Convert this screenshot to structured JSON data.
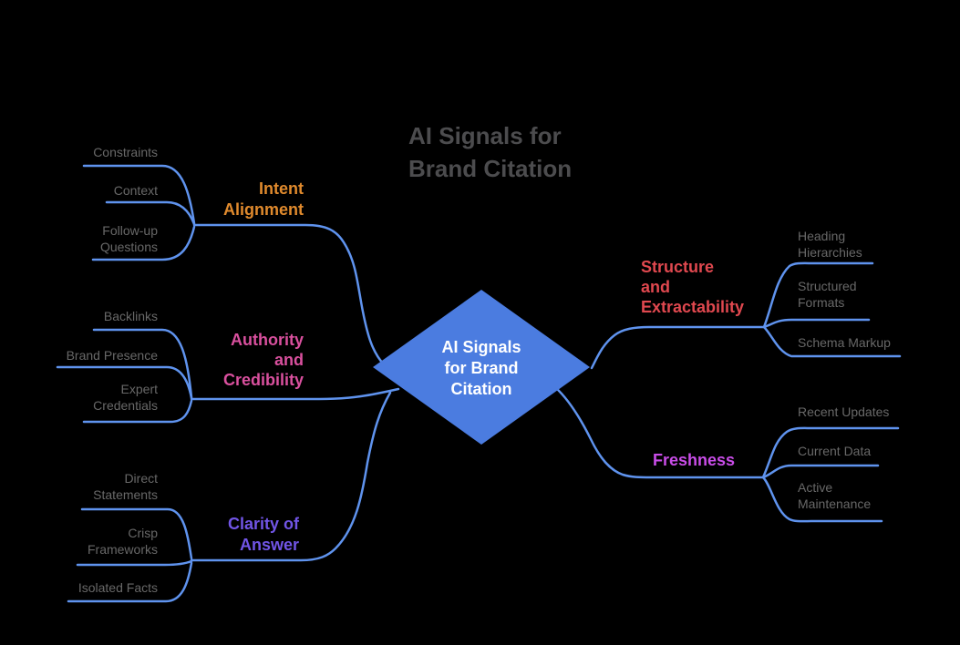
{
  "title": {
    "text": "AI Signals for\nBrand Citation"
  },
  "root": {
    "label": "AI Signals\nfor Brand\nCitation"
  },
  "colors": {
    "background": "#000000",
    "edge": "#5f93ee",
    "root_fill": "#4b7ce0",
    "root_text": "#ffffff",
    "title_text": "#4c4c4e",
    "child_text": "#686868",
    "intent": "#e08a2d",
    "authority": "#d9509e",
    "clarity": "#7155e6",
    "structure": "#e0484f",
    "freshness": "#c94de8"
  },
  "branches": [
    {
      "id": "intent-alignment",
      "label": "Intent\nAlignment",
      "color": "#e08a2d",
      "side": "left",
      "children": [
        {
          "label": "Constraints"
        },
        {
          "label": "Context"
        },
        {
          "label": "Follow-up\nQuestions"
        }
      ]
    },
    {
      "id": "authority-and-credibility",
      "label": "Authority\nand\nCredibility",
      "color": "#d9509e",
      "side": "left",
      "children": [
        {
          "label": "Backlinks"
        },
        {
          "label": "Brand Presence"
        },
        {
          "label": "Expert\nCredentials"
        }
      ]
    },
    {
      "id": "clarity-of-answer",
      "label": "Clarity of\nAnswer",
      "color": "#7155e6",
      "side": "left",
      "children": [
        {
          "label": "Direct\nStatements"
        },
        {
          "label": "Crisp\nFrameworks"
        },
        {
          "label": "Isolated Facts"
        }
      ]
    },
    {
      "id": "structure-and-extractability",
      "label": "Structure\nand\nExtractability",
      "color": "#e0484f",
      "side": "right",
      "children": [
        {
          "label": "Heading\nHierarchies"
        },
        {
          "label": "Structured\nFormats"
        },
        {
          "label": "Schema Markup"
        }
      ]
    },
    {
      "id": "freshness",
      "label": "Freshness",
      "color": "#c94de8",
      "side": "right",
      "children": [
        {
          "label": "Recent Updates"
        },
        {
          "label": "Current Data"
        },
        {
          "label": "Active\nMaintenance"
        }
      ]
    }
  ]
}
